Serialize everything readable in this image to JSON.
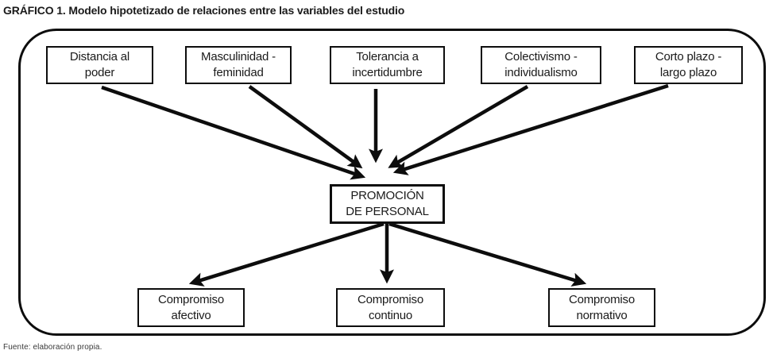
{
  "title": "GRÁFICO 1. Modelo hipotetizado de relaciones entre las variables del estudio",
  "source_note": "Fuente: elaboración propia.",
  "colors": {
    "ink": "#1a1a1a",
    "line": "#0d0d0d",
    "background": "#ffffff"
  },
  "diagram": {
    "nodes": [
      {
        "id": "distancia-poder",
        "label": "Distancia al\npoder"
      },
      {
        "id": "masculinidad-feminidad",
        "label": "Masculinidad -\nfeminidad"
      },
      {
        "id": "tolerancia-incertidumbre",
        "label": "Tolerancia a\nincertidumbre"
      },
      {
        "id": "colectivismo-individualismo",
        "label": "Colectivismo -\nindividualismo"
      },
      {
        "id": "corto-largo-plazo",
        "label": "Corto plazo -\nlargo plazo"
      },
      {
        "id": "promocion-personal",
        "label": "PROMOCIÓN\nDE PERSONAL"
      },
      {
        "id": "compromiso-afectivo",
        "label": "Compromiso\nafectivo"
      },
      {
        "id": "compromiso-continuo",
        "label": "Compromiso\ncontinuo"
      },
      {
        "id": "compromiso-normativo",
        "label": "Compromiso\nnormativo"
      }
    ],
    "edges": [
      {
        "from": "distancia-poder",
        "to": "promocion-personal"
      },
      {
        "from": "masculinidad-feminidad",
        "to": "promocion-personal"
      },
      {
        "from": "tolerancia-incertidumbre",
        "to": "promocion-personal"
      },
      {
        "from": "colectivismo-individualismo",
        "to": "promocion-personal"
      },
      {
        "from": "corto-largo-plazo",
        "to": "promocion-personal"
      },
      {
        "from": "promocion-personal",
        "to": "compromiso-afectivo"
      },
      {
        "from": "promocion-personal",
        "to": "compromiso-continuo"
      },
      {
        "from": "promocion-personal",
        "to": "compromiso-normativo"
      }
    ]
  }
}
